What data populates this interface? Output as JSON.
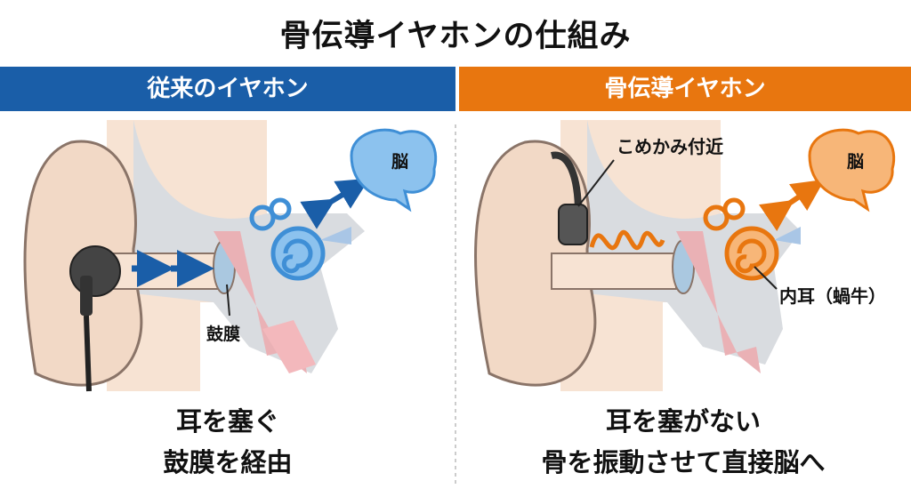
{
  "title": "骨伝導イヤホンの仕組み",
  "colors": {
    "conventional": "#1a5ea8",
    "bone": "#e8760f",
    "skin": "#f7e3d3",
    "bone_gray": "#d9dce0"
  },
  "left_panel": {
    "header": "従来のイヤホン",
    "labels": {
      "brain": "脳",
      "eardrum": "鼓膜"
    },
    "caption": [
      "耳を塞ぐ",
      "鼓膜を経由"
    ]
  },
  "right_panel": {
    "header": "骨伝導イヤホン",
    "labels": {
      "brain": "脳",
      "temple": "こめかみ付近",
      "inner_ear": "内耳（蝸牛）"
    },
    "caption": [
      "耳を塞がない",
      "骨を振動させて直接脳へ"
    ]
  }
}
